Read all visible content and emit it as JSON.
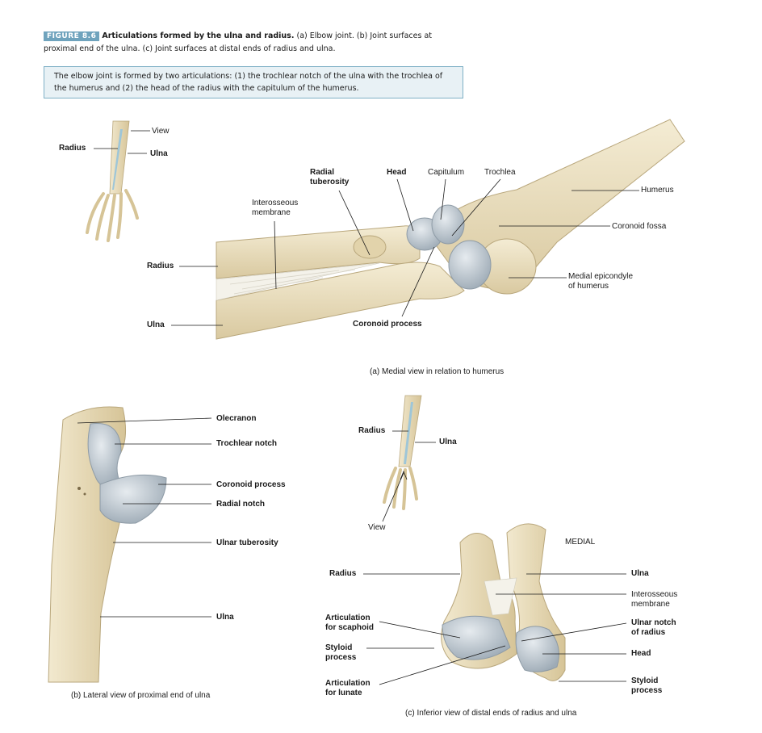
{
  "caption": {
    "figure_tag": "FIGURE 8.6",
    "title": "Articulations formed by the ulna and radius.",
    "line1_rest": "(a) Elbow joint. (b) Joint surfaces at",
    "line2": "proximal end of the ulna. (c) Joint surfaces at distal ends of radius and ulna."
  },
  "note": {
    "line1": "The elbow joint is formed by two articulations: (1) the trochlear notch of the ulna with the trochlea of",
    "line2": "the humerus and (2) the head of the radius with the capitulum of the humerus."
  },
  "panel_a": {
    "orient": {
      "radius": "Radius",
      "ulna": "Ulna",
      "view": "View"
    },
    "labels": {
      "radial_tuberosity_1": "Radial",
      "radial_tuberosity_2": "tuberosity",
      "head": "Head",
      "capitulum": "Capitulum",
      "trochlea": "Trochlea",
      "humerus": "Humerus",
      "interosseous_1": "Interosseous",
      "interosseous_2": "membrane",
      "coronoid_fossa": "Coronoid fossa",
      "radius": "Radius",
      "medial_epicondyle_1": "Medial epicondyle",
      "medial_epicondyle_2": "of humerus",
      "ulna": "Ulna",
      "coronoid_process": "Coronoid process"
    },
    "caption": "(a) Medial view in relation to humerus"
  },
  "panel_b": {
    "labels": {
      "olecranon": "Olecranon",
      "trochlear_notch": "Trochlear notch",
      "coronoid_process": "Coronoid process",
      "radial_notch": "Radial notch",
      "ulnar_tuberosity": "Ulnar tuberosity",
      "ulna": "Ulna"
    },
    "caption": "(b) Lateral view of proximal end of ulna"
  },
  "panel_c": {
    "orient": {
      "radius": "Radius",
      "ulna": "Ulna",
      "view": "View"
    },
    "labels": {
      "medial": "MEDIAL",
      "radius": "Radius",
      "ulna": "Ulna",
      "interosseous_1": "Interosseous",
      "interosseous_2": "membrane",
      "art_scaphoid_1": "Articulation",
      "art_scaphoid_2": "for scaphoid",
      "ulnar_notch_1": "Ulnar notch",
      "ulnar_notch_2": "of radius",
      "styloid_1": "Styloid",
      "styloid_2": "process",
      "head": "Head",
      "art_lunate_1": "Articulation",
      "art_lunate_2": "for lunate",
      "ulna_styloid_1": "Styloid",
      "ulna_styloid_2": "process"
    },
    "caption": "(c) Inferior view of distal ends of radius and ulna"
  },
  "colors": {
    "bone": "#ede3c6",
    "bone_shadow": "#c9b88e",
    "cartilage": "#c2ccd4",
    "membrane": "#f3f1ea",
    "accent_box": "#7fb0c6",
    "tag": "#6fa3bd"
  }
}
